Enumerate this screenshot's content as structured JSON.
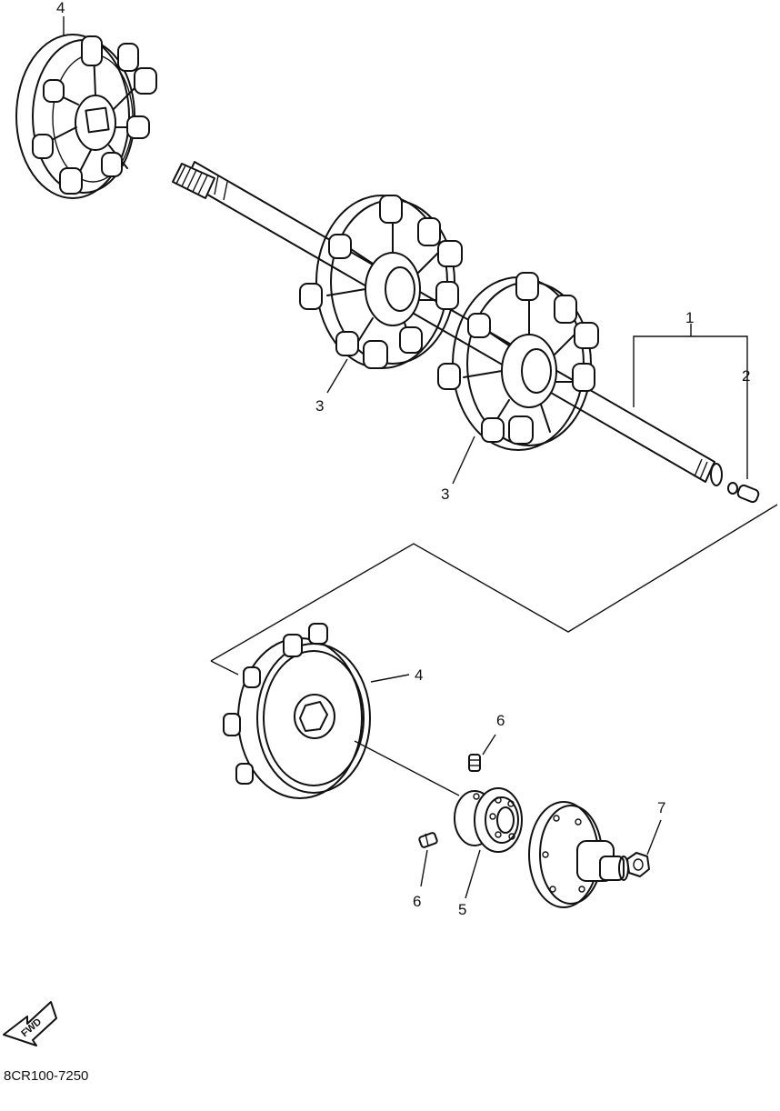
{
  "callouts": [
    {
      "id": "c1",
      "label": "1"
    },
    {
      "id": "c2",
      "label": "2"
    },
    {
      "id": "c3a",
      "label": "3"
    },
    {
      "id": "c3b",
      "label": "3"
    },
    {
      "id": "c4a",
      "label": "4"
    },
    {
      "id": "c4b",
      "label": "4"
    },
    {
      "id": "c5",
      "label": "5"
    },
    {
      "id": "c6a",
      "label": "6"
    },
    {
      "id": "c6b",
      "label": "6"
    },
    {
      "id": "c7",
      "label": "7"
    }
  ],
  "fwd_arrow": {
    "label": "FWD"
  },
  "diagram_code": "8CR100-7250"
}
